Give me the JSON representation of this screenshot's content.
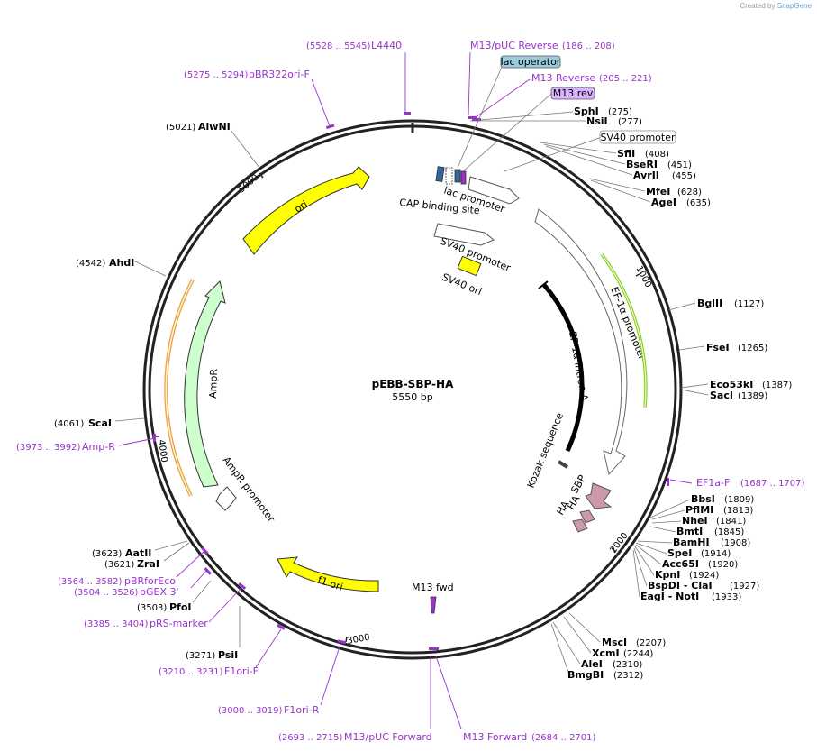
{
  "credit": {
    "prefix": "Created by",
    "brand": "SnapGene"
  },
  "plasmid": {
    "name": "pEBB-SBP-HA",
    "size": "5550 bp"
  },
  "ticks": [
    "1000",
    "2000",
    "3000",
    "4000",
    "5000"
  ],
  "sites": [
    {
      "name": "SphI",
      "pos": "(275)"
    },
    {
      "name": "NsiI",
      "pos": "(277)"
    },
    {
      "name": "SfiI",
      "pos": "(408)"
    },
    {
      "name": "BseRI",
      "pos": "(451)"
    },
    {
      "name": "AvrII",
      "pos": "(455)"
    },
    {
      "name": "MfeI",
      "pos": "(628)"
    },
    {
      "name": "AgeI",
      "pos": "(635)"
    },
    {
      "name": "BglII",
      "pos": "(1127)"
    },
    {
      "name": "FseI",
      "pos": "(1265)"
    },
    {
      "name": "Eco53kI",
      "pos": "(1387)"
    },
    {
      "name": "SacI",
      "pos": "(1389)"
    },
    {
      "name": "BbsI",
      "pos": "(1809)"
    },
    {
      "name": "PflMI",
      "pos": "(1813)"
    },
    {
      "name": "NheI",
      "pos": "(1841)"
    },
    {
      "name": "BmtI",
      "pos": "(1845)"
    },
    {
      "name": "BamHI",
      "pos": "(1908)"
    },
    {
      "name": "SpeI",
      "pos": "(1914)"
    },
    {
      "name": "Acc65I",
      "pos": "(1920)"
    },
    {
      "name": "KpnI",
      "pos": "(1924)"
    },
    {
      "name": "BspDI - ClaI",
      "pos": "(1927)"
    },
    {
      "name": "EagI - NotI",
      "pos": "(1933)"
    },
    {
      "name": "MscI",
      "pos": "(2207)"
    },
    {
      "name": "XcmI",
      "pos": "(2244)"
    },
    {
      "name": "AleI",
      "pos": "(2310)"
    },
    {
      "name": "BmgBI",
      "pos": "(2312)"
    },
    {
      "name": "PsiI",
      "pos": "(3271)"
    },
    {
      "name": "PfoI",
      "pos": "(3503)"
    },
    {
      "name": "ZraI",
      "pos": "(3621)"
    },
    {
      "name": "AatII",
      "pos": "(3623)"
    },
    {
      "name": "ScaI",
      "pos": "(4061)"
    },
    {
      "name": "AhdI",
      "pos": "(4542)"
    },
    {
      "name": "AlwNI",
      "pos": "(5021)"
    }
  ],
  "primers": [
    {
      "name": "L4440",
      "range": "(5528 .. 5545)"
    },
    {
      "name": "M13/pUC Reverse",
      "range": "(186 .. 208)"
    },
    {
      "name": "M13 Reverse",
      "range": "(205 .. 221)"
    },
    {
      "name": "pBR322ori-F",
      "range": "(5275 .. 5294)"
    },
    {
      "name": "EF1a-F",
      "range": "(1687 .. 1707)"
    },
    {
      "name": "M13 Forward",
      "range": "(2684 .. 2701)"
    },
    {
      "name": "M13/pUC Forward",
      "range": "(2693 .. 2715)"
    },
    {
      "name": "F1ori-R",
      "range": "(3000 .. 3019)"
    },
    {
      "name": "F1ori-F",
      "range": "(3210 .. 3231)"
    },
    {
      "name": "pRS-marker",
      "range": "(3385 .. 3404)"
    },
    {
      "name": "pGEX 3'",
      "range": "(3504 .. 3526)"
    },
    {
      "name": "pBRforEco",
      "range": "(3564 .. 3582)"
    },
    {
      "name": "Amp-R",
      "range": "(3973 .. 3992)"
    }
  ],
  "boxed_labels": {
    "lac_operator": "lac operator",
    "m13_rev": "M13 rev",
    "sv40_promoter": "SV40 promoter"
  },
  "features": {
    "lac_promoter": "lac promoter",
    "cap_site": "CAP binding site",
    "sv40_promoter": "SV40 promoter",
    "sv40_ori": "SV40 ori",
    "ef1a_promoter": "EF-1α promoter",
    "ef1a_intron": "EF-1α intron A",
    "kozak": "Kozak sequence",
    "sbp": "SBP",
    "ha1": "HA",
    "ha2": "HA",
    "m13_fwd": "M13 fwd",
    "f1_ori": "f1 ori",
    "ampr": "AmpR",
    "ampr_promoter": "AmpR promoter",
    "ori": "ori"
  },
  "colors": {
    "primer": "#9933cc",
    "ori_fill": "#ffff00",
    "ampr_fill": "#ccffcc",
    "sbp_fill": "#cc99aa",
    "lac_operator_box": "#99ccdd",
    "m13_rev_box": "#d9b3ff"
  }
}
